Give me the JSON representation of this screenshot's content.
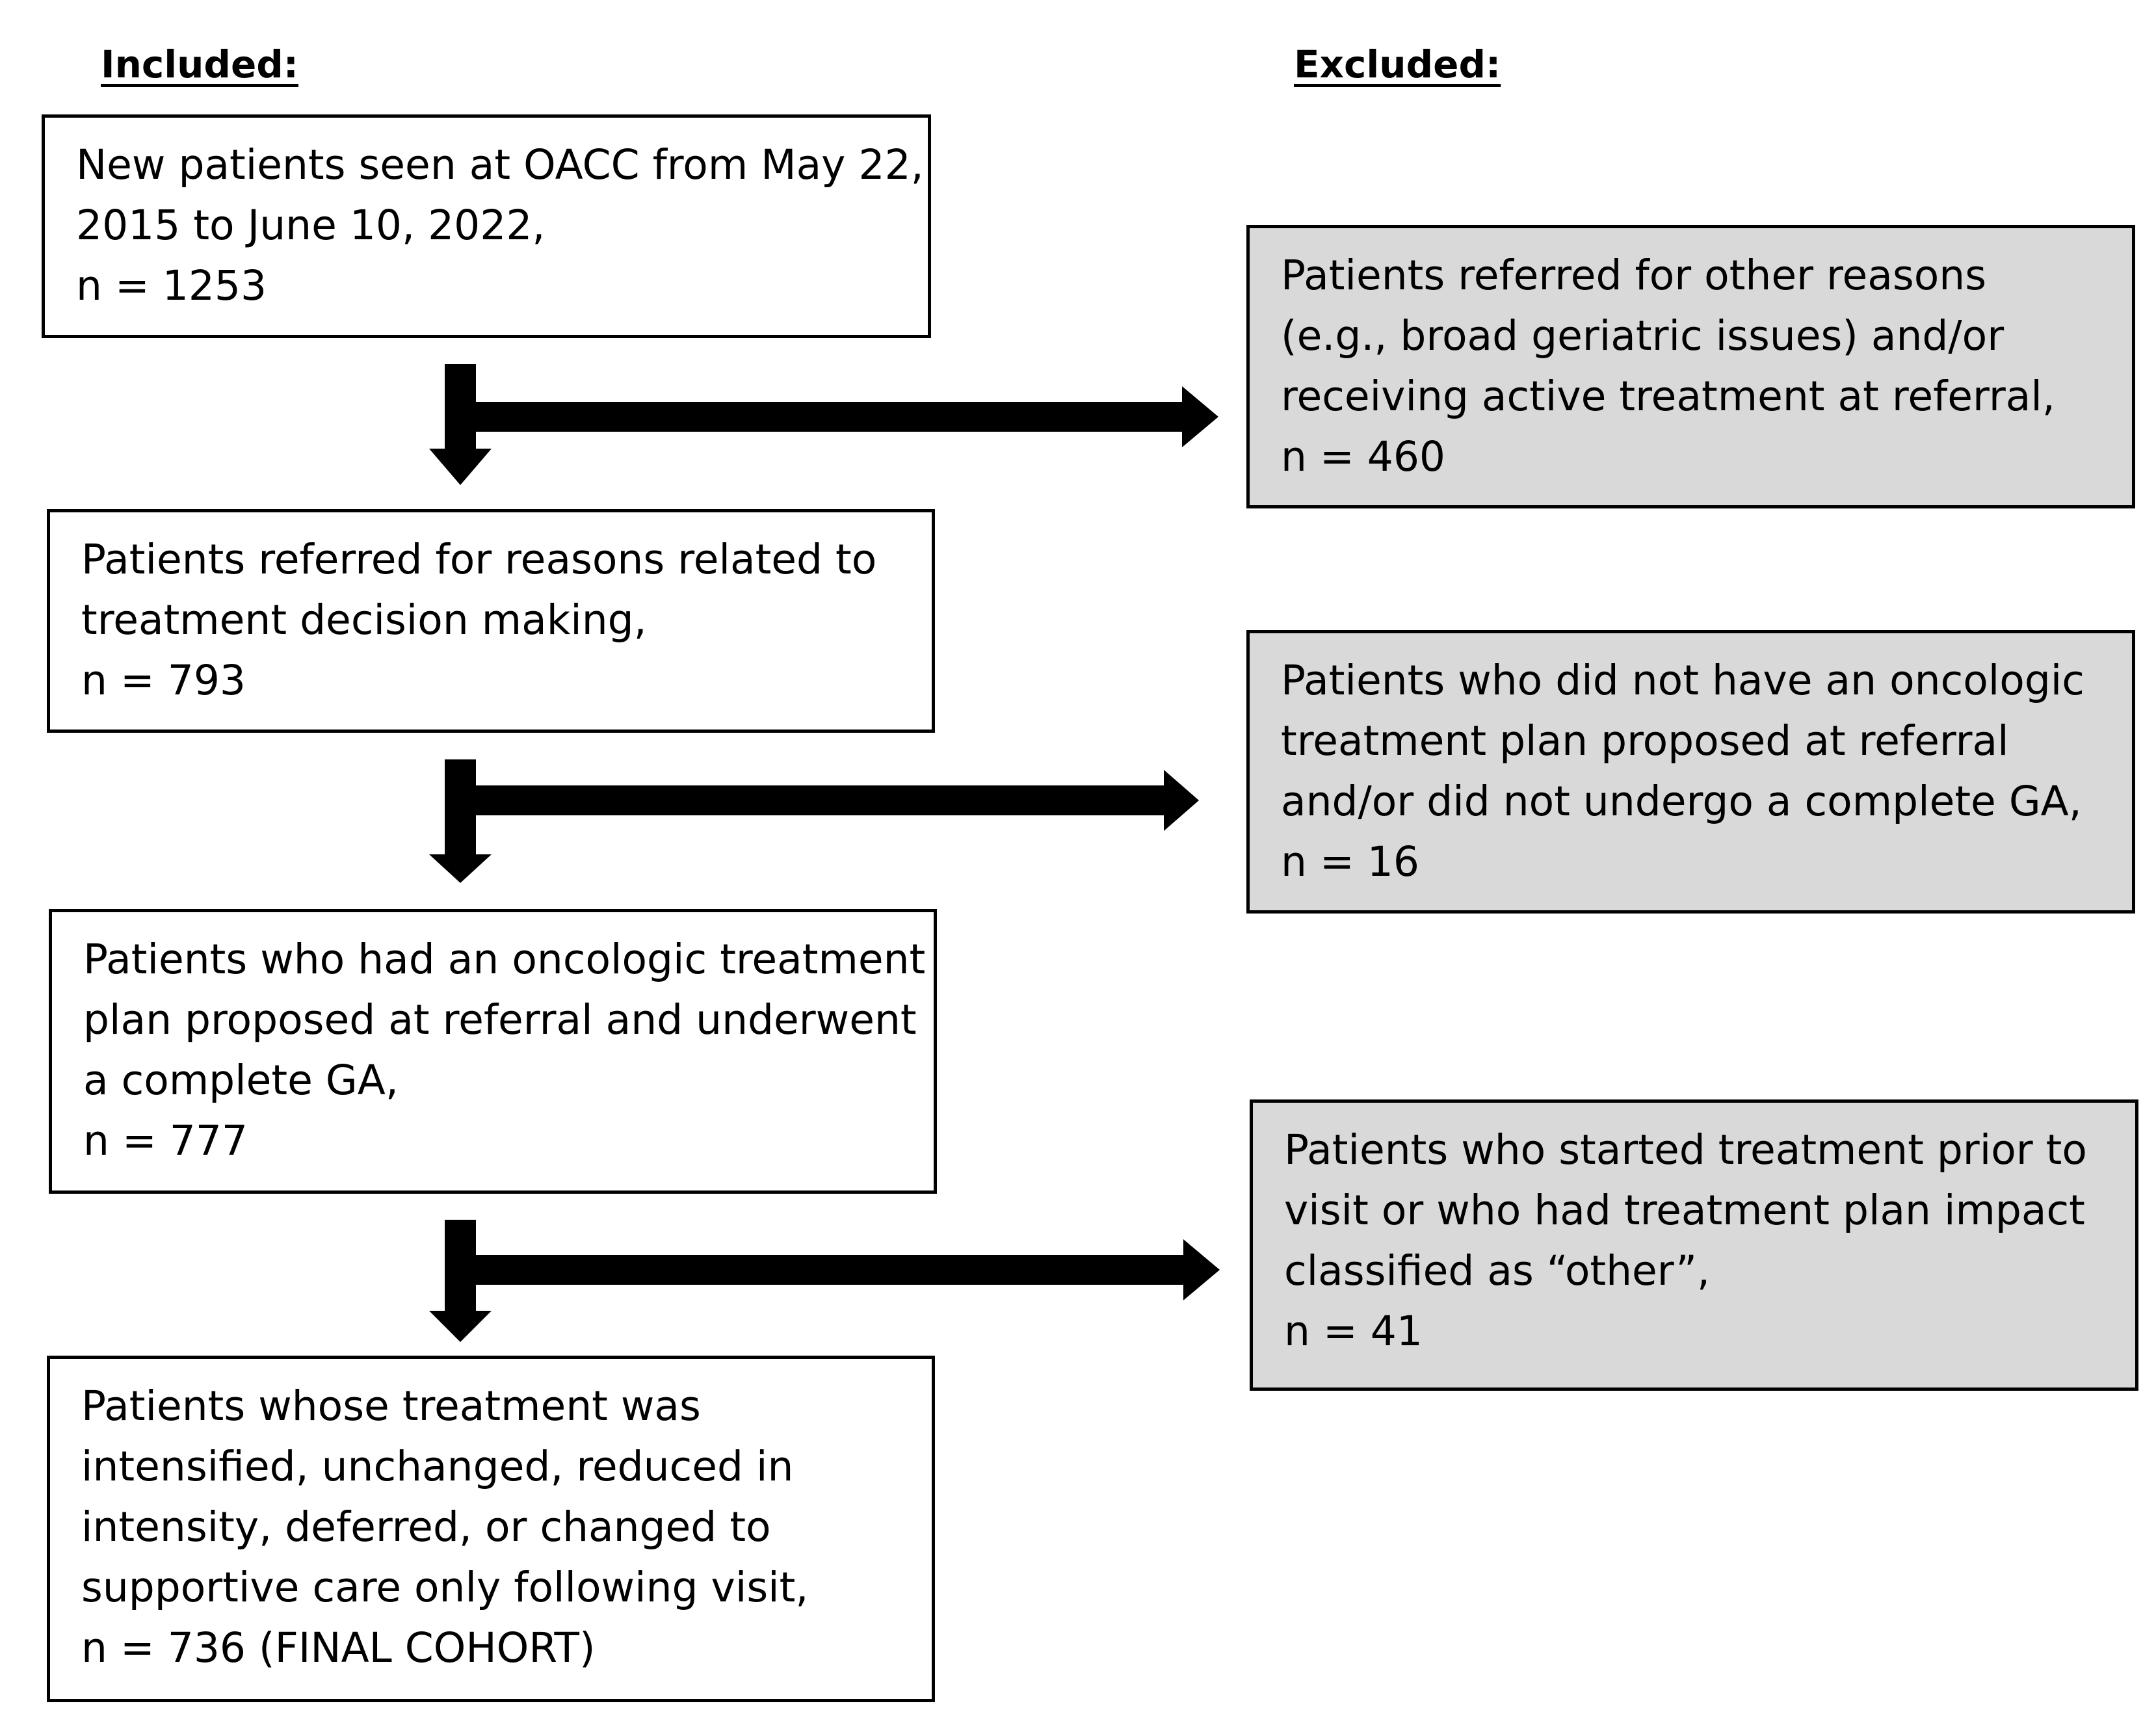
{
  "headings": {
    "included": "Included:",
    "excluded": "Excluded:"
  },
  "colors": {
    "excluded_fill": "#d9d9d9",
    "included_fill": "#ffffff",
    "stroke": "#000000"
  },
  "included_boxes": [
    {
      "lines": [
        "New patients seen at OACC from May 22,",
        "2015 to June 10, 2022,",
        "n = 1253"
      ]
    },
    {
      "lines": [
        "Patients referred for reasons related to",
        "treatment decision making,",
        "n = 793"
      ]
    },
    {
      "lines": [
        "Patients who had an oncologic treatment",
        "plan proposed at referral and underwent",
        "a complete GA,",
        "n = 777"
      ]
    },
    {
      "lines": [
        "Patients whose treatment was",
        "intensified, unchanged, reduced in",
        "intensity, deferred, or changed to",
        "supportive care only following visit,",
        "n = 736 (FINAL COHORT)"
      ]
    }
  ],
  "excluded_boxes": [
    {
      "lines": [
        "Patients referred for other reasons",
        "(e.g., broad geriatric issues) and/or",
        "receiving active treatment at referral,",
        "n = 460"
      ]
    },
    {
      "lines": [
        "Patients who did not have an oncologic",
        "treatment plan proposed at referral",
        "and/or did not undergo a complete GA,",
        "n = 16"
      ]
    },
    {
      "lines": [
        "Patients who started treatment prior to",
        "visit or who had treatment plan impact",
        "classified as “other”,",
        "n = 41"
      ]
    }
  ]
}
